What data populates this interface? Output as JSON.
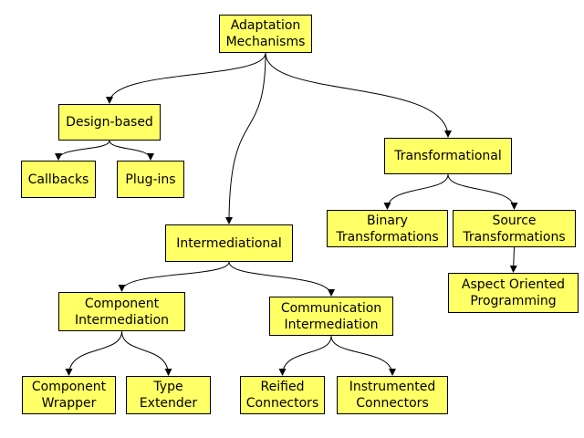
{
  "colors": {
    "node_fill": "#ffff66",
    "node_bold_fill": "#ffff00",
    "edge": "#000000",
    "background": "#ffffff"
  },
  "nodes": {
    "adaptation_mechanisms": "Adaptation\nMechanisms",
    "design_based": "Design-based",
    "callbacks": "Callbacks",
    "plug_ins": "Plug-ins",
    "transformational": "Transformational",
    "intermediational": "Intermediational",
    "binary_transformations": "Binary\nTransformations",
    "source_transformations": "Source\nTransformations",
    "aspect_oriented_programming": "Aspect Oriented\nProgramming",
    "component_intermediation": "Component\nIntermediation",
    "communication_intermediation": "Communication\nIntermediation",
    "component_wrapper": "Component\nWrapper",
    "type_extender": "Type\nExtender",
    "reified_connectors": "Reified\nConnectors",
    "instrumented_connectors": "Instrumented\nConnectors"
  },
  "edges": [
    {
      "from": "adaptation_mechanisms",
      "to": "design_based"
    },
    {
      "from": "adaptation_mechanisms",
      "to": "intermediational"
    },
    {
      "from": "adaptation_mechanisms",
      "to": "transformational"
    },
    {
      "from": "design_based",
      "to": "callbacks"
    },
    {
      "from": "design_based",
      "to": "plug_ins"
    },
    {
      "from": "transformational",
      "to": "binary_transformations"
    },
    {
      "from": "transformational",
      "to": "source_transformations"
    },
    {
      "from": "source_transformations",
      "to": "aspect_oriented_programming"
    },
    {
      "from": "intermediational",
      "to": "component_intermediation"
    },
    {
      "from": "intermediational",
      "to": "communication_intermediation"
    },
    {
      "from": "component_intermediation",
      "to": "component_wrapper"
    },
    {
      "from": "component_intermediation",
      "to": "type_extender"
    },
    {
      "from": "communication_intermediation",
      "to": "reified_connectors"
    },
    {
      "from": "communication_intermediation",
      "to": "instrumented_connectors"
    }
  ]
}
